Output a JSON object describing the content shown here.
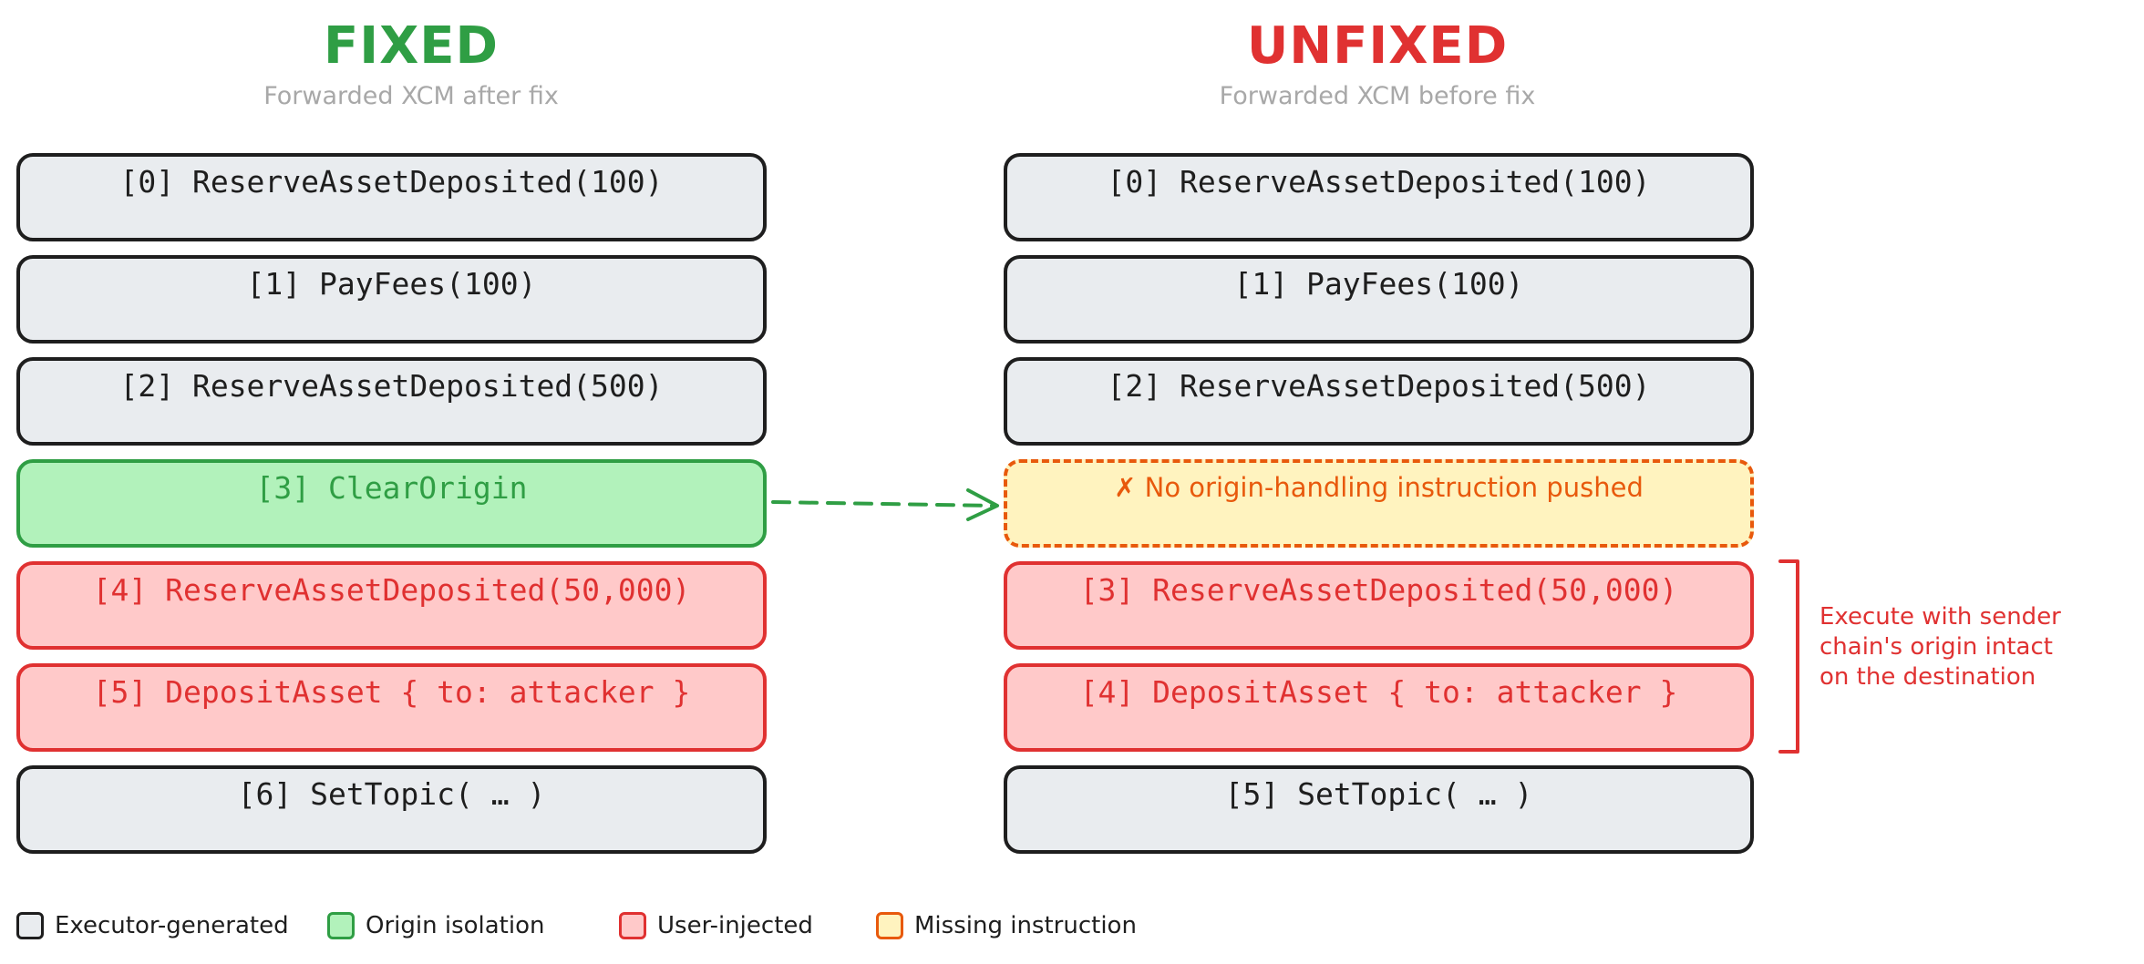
{
  "fixed": {
    "title": "FIXED",
    "subtitle": "Forwarded XCM after fix",
    "title_color": "#2f9e44",
    "instructions": [
      {
        "text": "[0] ReserveAssetDeposited(100)",
        "kind": "executor"
      },
      {
        "text": "[1] PayFees(100)",
        "kind": "executor"
      },
      {
        "text": "[2] ReserveAssetDeposited(500)",
        "kind": "executor"
      },
      {
        "text": "[3] ClearOrigin",
        "kind": "origin-isolation"
      },
      {
        "text": "[4] ReserveAssetDeposited(50,000)",
        "kind": "user-injected"
      },
      {
        "text": "[5] DepositAsset { to: attacker }",
        "kind": "user-injected"
      },
      {
        "text": "[6] SetTopic( … )",
        "kind": "executor"
      }
    ]
  },
  "unfixed": {
    "title": "UNFIXED",
    "subtitle": "Forwarded XCM before fix",
    "title_color": "#e03131",
    "instructions": [
      {
        "text": "[0] ReserveAssetDeposited(100)",
        "kind": "executor"
      },
      {
        "text": "[1] PayFees(100)",
        "kind": "executor"
      },
      {
        "text": "[2] ReserveAssetDeposited(500)",
        "kind": "executor"
      },
      {
        "text": "✗  No origin-handling instruction pushed",
        "kind": "missing"
      },
      {
        "text": "[3] ReserveAssetDeposited(50,000)",
        "kind": "user-injected"
      },
      {
        "text": "[4] DepositAsset { to: attacker }",
        "kind": "user-injected"
      },
      {
        "text": "[5] SetTopic( … )",
        "kind": "executor"
      }
    ]
  },
  "annotation": "Execute with sender\nchain's origin intact\non the destination",
  "legend": [
    {
      "label": "Executor-generated",
      "kind": "executor"
    },
    {
      "label": "Origin isolation",
      "kind": "origin-isolation"
    },
    {
      "label": "User-injected",
      "kind": "user-injected"
    },
    {
      "label": "Missing instruction",
      "kind": "missing"
    }
  ],
  "colors": {
    "executor_fill": "#e9ecef",
    "executor_stroke": "#1e1e1e",
    "origin_fill": "#b2f2bb",
    "origin_stroke": "#2f9e44",
    "user_fill": "#ffc9c9",
    "user_stroke": "#e03131",
    "missing_fill": "#fff3bf",
    "missing_stroke": "#e8590c"
  }
}
